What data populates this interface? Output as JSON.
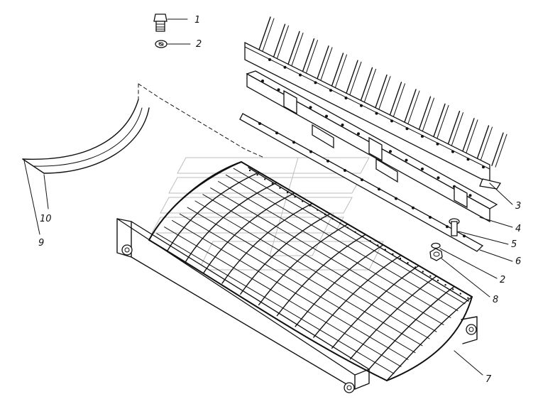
{
  "callouts": [
    {
      "id": "1",
      "text": "1"
    },
    {
      "id": "2",
      "text": "2"
    },
    {
      "id": "3",
      "text": "3"
    },
    {
      "id": "4",
      "text": "4"
    },
    {
      "id": "5",
      "text": "5"
    },
    {
      "id": "6",
      "text": "6"
    },
    {
      "id": "2b",
      "text": "2"
    },
    {
      "id": "8",
      "text": "8"
    },
    {
      "id": "7",
      "text": "7"
    },
    {
      "id": "10",
      "text": "10"
    },
    {
      "id": "9",
      "text": "9"
    }
  ],
  "colors": {
    "ink": "#111111",
    "paper": "#ffffff",
    "watermark": "#bdbdbd"
  }
}
